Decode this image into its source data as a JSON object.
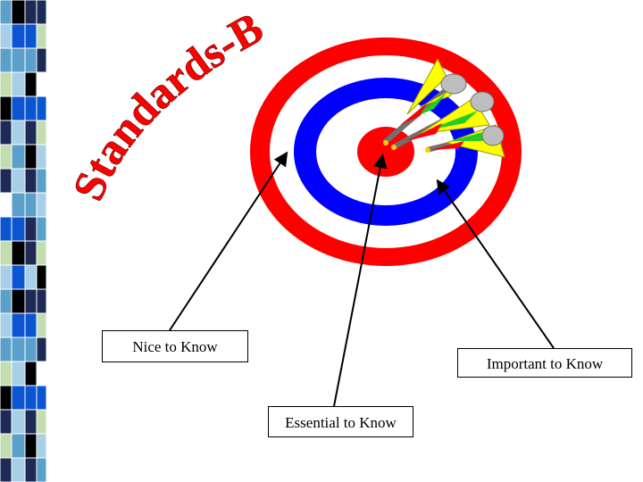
{
  "slide": {
    "title_text": "Standards-Based",
    "title_color": "#ff0000",
    "labels": {
      "nice": "Nice to Know",
      "important": "Important to Know",
      "essential": "Essential to Know"
    },
    "target_colors": {
      "red": "#ff0000",
      "blue": "#0000ff",
      "white": "#ffffff"
    },
    "side_strip_colors": [
      "#5aa0c8",
      "#1c2a55",
      "#0b55d0",
      "#a8cfe8",
      "#000000",
      "#c4ddb0",
      "#ffffff"
    ],
    "icons": [
      "bullseye-target-icon",
      "dart-icon"
    ]
  }
}
